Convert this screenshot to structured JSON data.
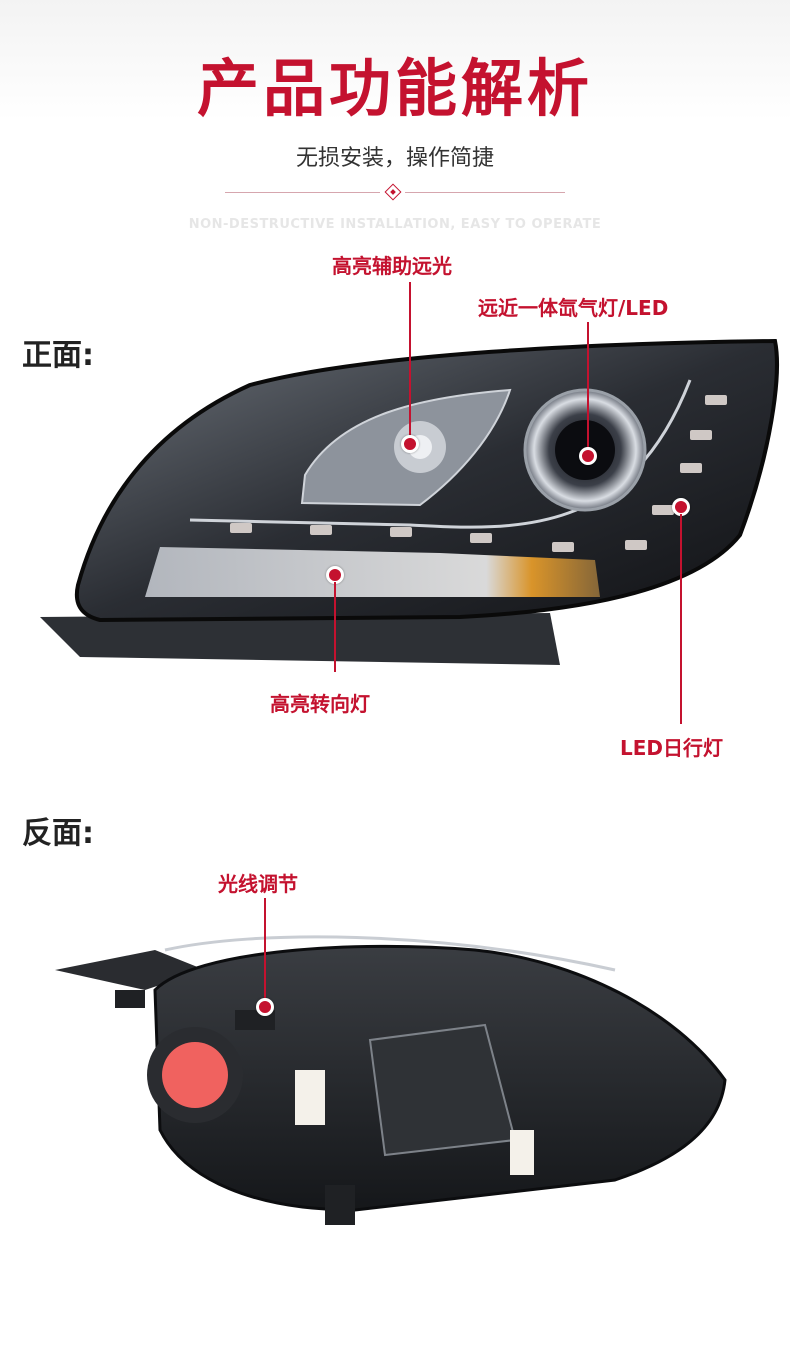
{
  "header": {
    "title": "产品功能解析",
    "subtitle": "无损安装，操作简捷",
    "english": "NON-DESTRUCTIVE INSTALLATION, EASY TO OPERATE"
  },
  "front": {
    "label": "正面:",
    "callouts": {
      "high_beam": "高亮辅助远光",
      "projector": "远近一体氙气灯/LED",
      "turn_signal": "高亮转向灯",
      "drl": "LED日行灯"
    }
  },
  "back": {
    "label": "反面:",
    "callouts": {
      "beam_adjust": "光线调节"
    }
  },
  "colors": {
    "accent": "#c4122f",
    "text": "#222222"
  }
}
